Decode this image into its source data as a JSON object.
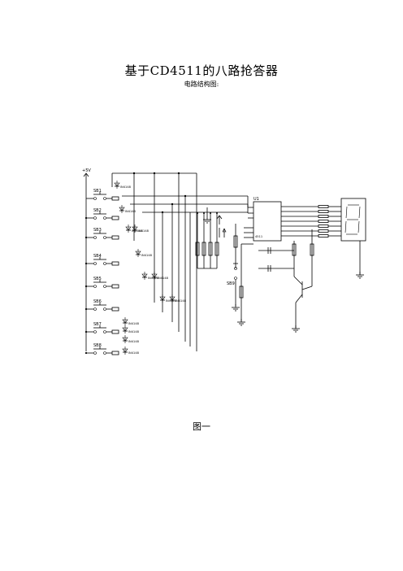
{
  "title": "基于CD4511的八路抢答器",
  "subtitle": "电路结构图:",
  "caption": "图一",
  "schematic": {
    "supply_label": "+5V",
    "buttons": [
      "SB1",
      "SB2",
      "SB3",
      "SB4",
      "SB5",
      "SB6",
      "SB7",
      "SB8"
    ],
    "reset_button": "SB9",
    "ic_label": "U1",
    "ic_name": "4511",
    "diode_label": "IN4148",
    "display_label": "seven-segment-display"
  }
}
